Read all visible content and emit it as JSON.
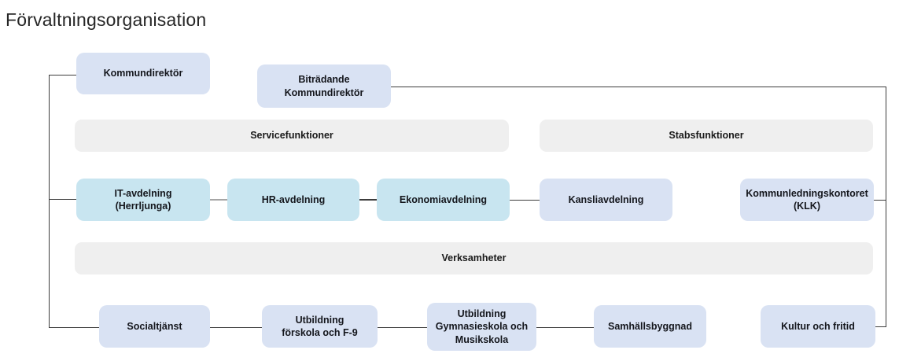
{
  "title": "Förvaltningsorganisation",
  "colors": {
    "box_blue": "#d9e2f3",
    "box_cyan": "#c8e5f0",
    "band_gray": "#efefef",
    "line": "#3c3c3c",
    "line_gray": "#a6a6a6"
  },
  "top": {
    "kommundirektor": "Kommundirektör",
    "bitradande": "Biträdande\nKommundirektör"
  },
  "bands": {
    "service": "Servicefunktioner",
    "stab": "Stabsfunktioner",
    "verksamheter": "Verksamheter"
  },
  "departments": {
    "it": "IT-avdelning\n(Herrljunga)",
    "hr": "HR-avdelning",
    "ekonomi": "Ekonomiavdelning",
    "kansli": "Kansliavdelning",
    "klk": "Kommunledningskontoret\n(KLK)"
  },
  "verksamheter": {
    "socialtjanst": "Socialtjänst",
    "utbildning_f9": "Utbildning\nförskola och F-9",
    "utbildning_gym": "Utbildning\nGymnasieskola och\nMusikskola",
    "samhallsbyggnad": "Samhällsbyggnad",
    "kultur": "Kultur och fritid"
  }
}
